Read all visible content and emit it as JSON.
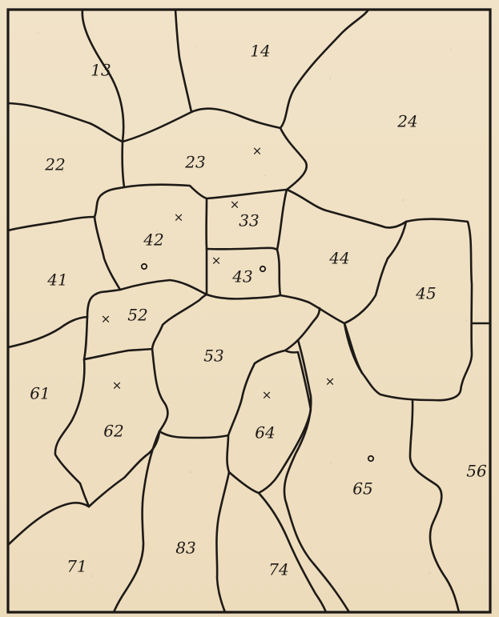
{
  "map": {
    "regions": [
      {
        "id": "13",
        "label": "13"
      },
      {
        "id": "14",
        "label": "14"
      },
      {
        "id": "22",
        "label": "22"
      },
      {
        "id": "23",
        "label": "23"
      },
      {
        "id": "24",
        "label": "24"
      },
      {
        "id": "33",
        "label": "33"
      },
      {
        "id": "41",
        "label": "41"
      },
      {
        "id": "42",
        "label": "42"
      },
      {
        "id": "43",
        "label": "43"
      },
      {
        "id": "44",
        "label": "44"
      },
      {
        "id": "45",
        "label": "45"
      },
      {
        "id": "52",
        "label": "52"
      },
      {
        "id": "53",
        "label": "53"
      },
      {
        "id": "56",
        "label": "56"
      },
      {
        "id": "61",
        "label": "61"
      },
      {
        "id": "62",
        "label": "62"
      },
      {
        "id": "64",
        "label": "64"
      },
      {
        "id": "65",
        "label": "65"
      },
      {
        "id": "71",
        "label": "71"
      },
      {
        "id": "74",
        "label": "74"
      },
      {
        "id": "83",
        "label": "83"
      }
    ],
    "markers": [
      {
        "type": "x",
        "symbol": "×"
      },
      {
        "type": "x",
        "symbol": "×"
      },
      {
        "type": "x",
        "symbol": "×"
      },
      {
        "type": "x",
        "symbol": "×"
      },
      {
        "type": "x",
        "symbol": "×"
      },
      {
        "type": "x",
        "symbol": "×"
      },
      {
        "type": "x",
        "symbol": "×"
      },
      {
        "type": "o",
        "symbol": "○"
      },
      {
        "type": "o",
        "symbol": "○"
      },
      {
        "type": "o",
        "symbol": "○"
      }
    ]
  }
}
